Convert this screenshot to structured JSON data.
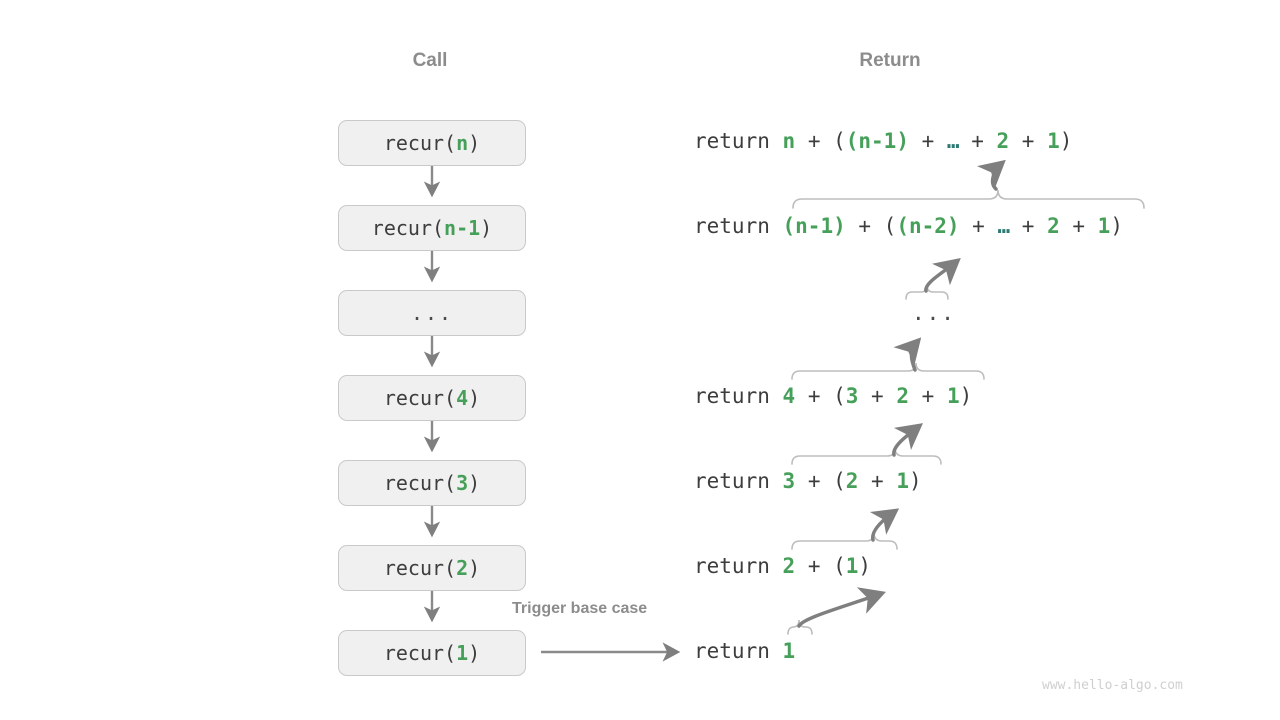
{
  "headers": {
    "call": "Call",
    "return": "Return"
  },
  "call_stack": [
    {
      "text": "recur(",
      "arg": "n",
      "close": ")",
      "dots": false
    },
    {
      "text": "recur(",
      "arg": "n-1",
      "close": ")",
      "dots": false
    },
    {
      "text": "...",
      "arg": "",
      "close": "",
      "dots": true
    },
    {
      "text": "recur(",
      "arg": "4",
      "close": ")",
      "dots": false
    },
    {
      "text": "recur(",
      "arg": "3",
      "close": ")",
      "dots": false
    },
    {
      "text": "recur(",
      "arg": "2",
      "close": ")",
      "dots": false
    },
    {
      "text": "recur(",
      "arg": "1",
      "close": ")",
      "dots": false
    }
  ],
  "returns": [
    {
      "keyword": "return",
      "expression": "n + ((n-1) + … + 2 + 1)"
    },
    {
      "keyword": "return",
      "expression": "(n-1) + ((n-2) + … + 2 + 1)"
    },
    {
      "keyword": "",
      "expression": "..."
    },
    {
      "keyword": "return",
      "expression": "4 + (3 + 2 + 1)"
    },
    {
      "keyword": "return",
      "expression": "3 + (2 + 1)"
    },
    {
      "keyword": "return",
      "expression": "2 + (1)"
    },
    {
      "keyword": "return",
      "expression": "1"
    }
  ],
  "annotations": {
    "trigger_base_case": "Trigger base case"
  },
  "watermark": "www.hello-algo.com",
  "colors": {
    "green": "#46a05a",
    "teal": "#2c7a72",
    "text": "#3d3d3d",
    "gray_label": "#8c8c8c",
    "box_fill": "#f0f0f0",
    "box_border": "#c9c9c9",
    "arrow": "#7f7f7f",
    "brace": "#bdbdbd",
    "watermark": "#cfcfcf"
  }
}
